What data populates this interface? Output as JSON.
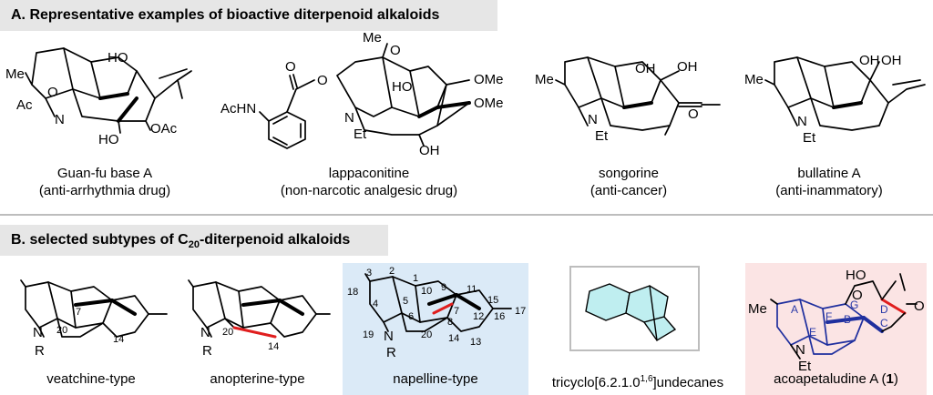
{
  "section_a": {
    "title": "A. Representative examples of bioactive diterpenoid alkaloids"
  },
  "section_b": {
    "title_prefix": "B. selected subtypes of C",
    "title_sub": "20",
    "title_suffix": "-diterpenoid alkaloids"
  },
  "compounds_a": [
    {
      "name": "Guan-fu base A",
      "activity": "(anti-arrhythmia drug)"
    },
    {
      "name": "lappaconitine",
      "activity": "(non-narcotic analgesic drug)"
    },
    {
      "name": "songorine",
      "activity": "(anti-cancer)"
    },
    {
      "name": "bullatine A",
      "activity": "(anti-inammatory)"
    }
  ],
  "subtypes_b": [
    {
      "name": "veatchine-type"
    },
    {
      "name": "anopterine-type"
    },
    {
      "name": "napelline-type"
    },
    {
      "name_prefix": "tricyclo[6.2.1.0",
      "name_sup": "1,6",
      "name_suffix": "]undecanes"
    },
    {
      "name": "acoapetaludine A (",
      "number": "1",
      "name_close": ")"
    }
  ],
  "atom_labels": {
    "guanfu": {
      "me": "Me",
      "ac": "Ac",
      "o": "O",
      "n": "N",
      "ho_top": "HO",
      "ho_bottom": "HO",
      "oac": "OAc"
    },
    "lappa": {
      "meo": "Me",
      "o_top": "O",
      "acn": "AcHN",
      "o_ester": "O",
      "ho": "HO",
      "ome1": "OMe",
      "ome2": "OMe",
      "n": "N",
      "et": "Et",
      "oh": "OH"
    },
    "songorine": {
      "me": "Me",
      "oh1": "OH",
      "oh2": "OH",
      "o": "O",
      "n": "N",
      "et": "Et"
    },
    "bullatine": {
      "me": "Me",
      "oh1": "OH",
      "oh2": "OH",
      "n": "N",
      "et": "Et"
    },
    "veatchine": {
      "n": "N",
      "r": "R",
      "n7": "7",
      "n20": "20",
      "n14": "14"
    },
    "anopterine": {
      "n": "N",
      "r": "R",
      "n20": "20",
      "n14": "14"
    },
    "napelline": {
      "n": "N",
      "r": "R",
      "nums": [
        "3",
        "2",
        "1",
        "18",
        "4",
        "10",
        "9",
        "11",
        "15",
        "5",
        "6",
        "8",
        "7",
        "12",
        "16",
        "17",
        "19",
        "20",
        "14",
        "13"
      ]
    },
    "acoap": {
      "ho": "HO",
      "o1": "O",
      "o2": "O",
      "me": "Me",
      "n": "N",
      "et": "Et",
      "rings": [
        "A",
        "G",
        "D",
        "F",
        "B",
        "C",
        "E"
      ]
    }
  },
  "colors": {
    "header_bg": "#e6e6e6",
    "napelline_bg": "#dbeaf7",
    "acoap_bg": "#fbe4e4",
    "highlight_red": "#e01e1e",
    "ring_blue": "#1f2f9e",
    "tricyclo_fill": "#bfeef0"
  }
}
